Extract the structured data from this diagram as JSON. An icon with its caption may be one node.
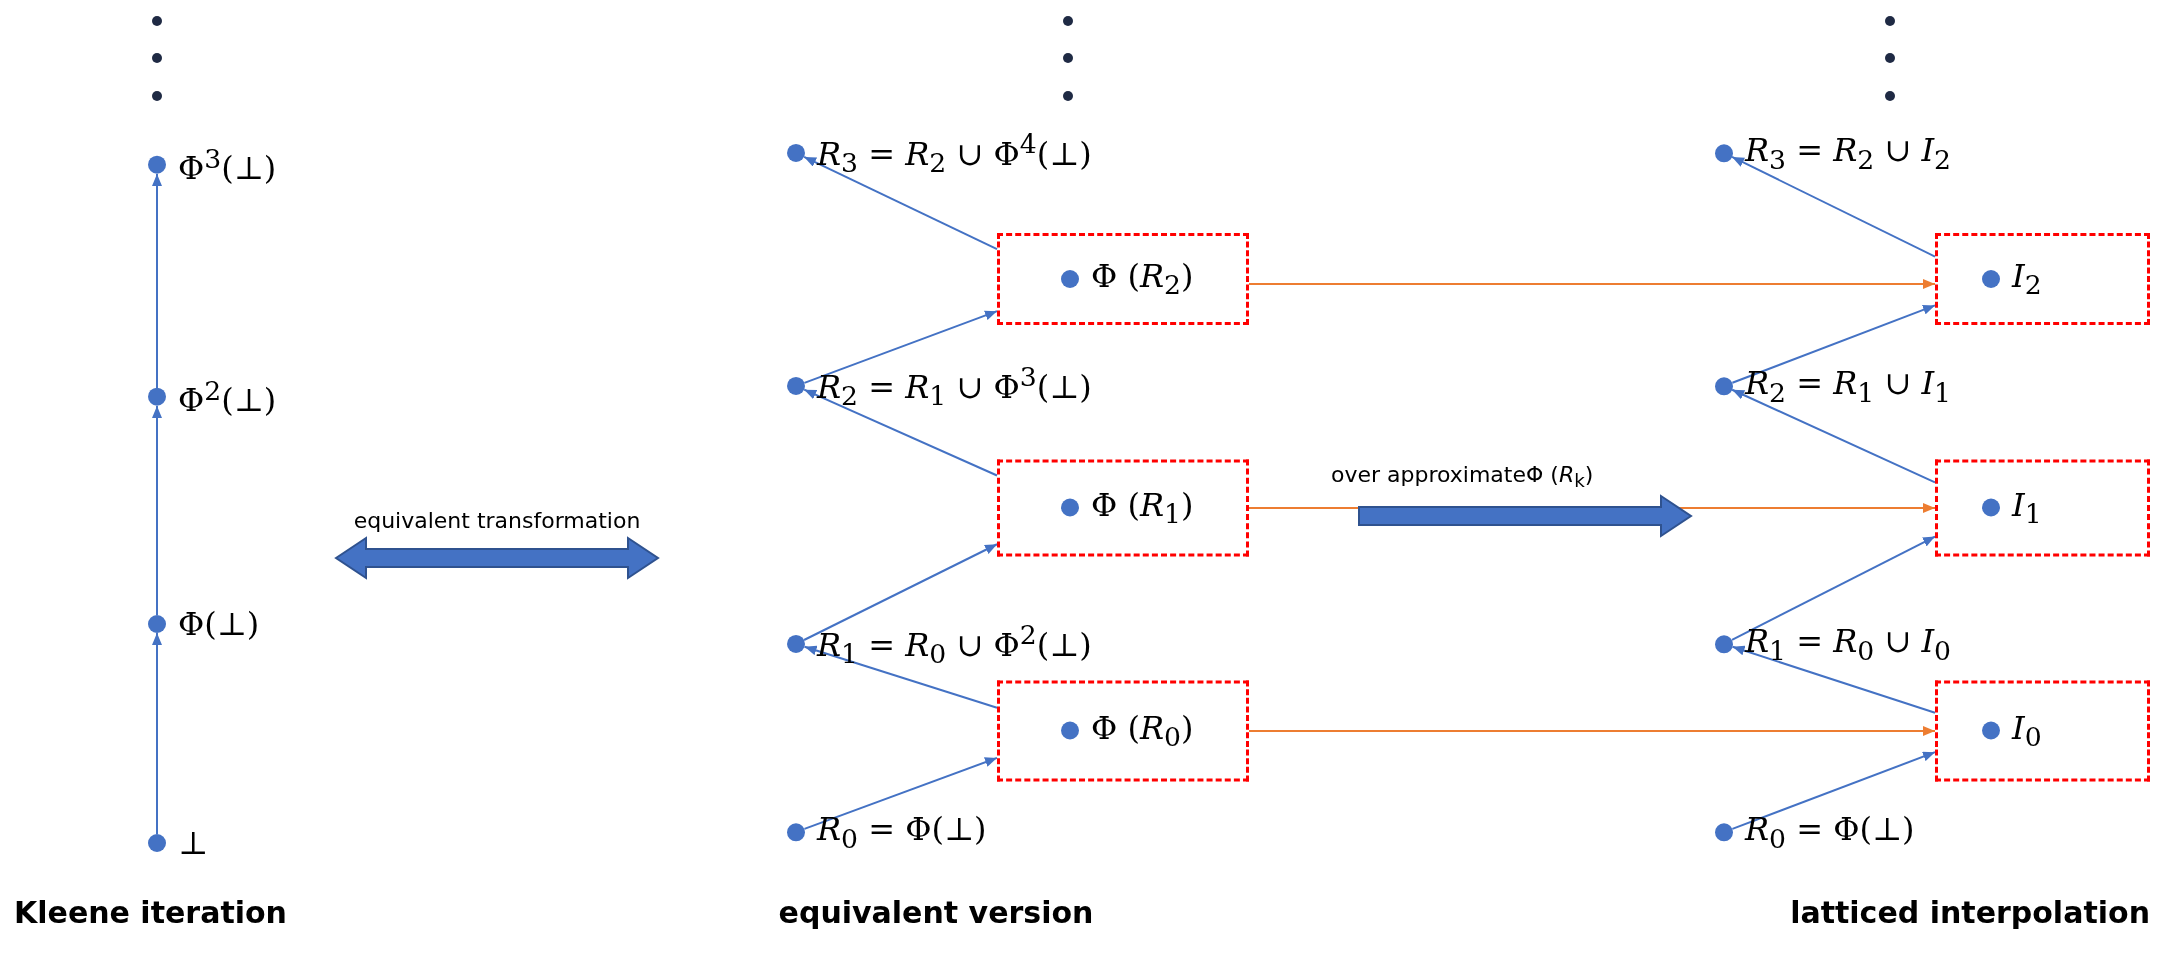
{
  "diagram": {
    "nodes": [
      {
        "text": [
          "⊥"
        ]
      },
      {
        "text": [
          "Φ(⊥)"
        ]
      },
      {
        "text": [
          "Φ$^{2}$(⊥)"
        ]
      },
      {
        "text": [
          "Φ$^{3}$(⊥)"
        ]
      },
      {
        "text": [
          "*R*$_{0}$ = Φ(⊥)"
        ]
      },
      {
        "text": [
          "Φ (*R*$_{0}$)"
        ]
      },
      {
        "text": [
          "*R*$_{1}$ = *R*$_{0}$ ∪ Φ$^{2}$(⊥)"
        ]
      },
      {
        "text": [
          "Φ (*R*$_{1}$)"
        ]
      },
      {
        "text": [
          "*R*$_{2}$ = *R*$_{1}$ ∪ Φ$^{3}$(⊥)"
        ]
      },
      {
        "text": [
          "Φ (*R*$_{2}$)"
        ]
      },
      {
        "text": [
          "*R*$_{3}$ = *R*$_{2}$ ∪ Φ$^{4}$(⊥)"
        ]
      },
      {
        "text": [
          "*R*$_{0}$ = Φ(⊥)"
        ]
      },
      {
        "text": [
          "*I*$_{0}$"
        ]
      },
      {
        "text": [
          "*R*$_{1}$ = *R*$_{0}$ ∪ *I*$_{0}$"
        ]
      },
      {
        "text": [
          "*I*$_{1}$"
        ]
      },
      {
        "text": [
          "*R*$_{2}$ = *R*$_{1}$ ∪ *I*$_{1}$"
        ]
      },
      {
        "text": [
          "*I*$_{2}$"
        ]
      },
      {
        "text": [
          "*R*$_{3}$ = *R*$_{2}$ ∪ *I*$_{2}$"
        ]
      }
    ],
    "edges": [
      {
        "from": 0,
        "to": 1,
        "arrow": "to"
      },
      {
        "from": 1,
        "to": 2,
        "arrow": "to"
      },
      {
        "from": 2,
        "to": 3,
        "arrow": "to"
      },
      {
        "from": 4,
        "to": 5,
        "arrow": "to"
      },
      {
        "from": 5,
        "to": 6,
        "arrow": "to"
      },
      {
        "from": 6,
        "to": 7,
        "arrow": "to"
      },
      {
        "from": 7,
        "to": 8,
        "arrow": "to"
      },
      {
        "from": 8,
        "to": 9,
        "arrow": "to"
      },
      {
        "from": 9,
        "to": 10,
        "arrow": "to"
      },
      {
        "from": 11,
        "to": 12,
        "arrow": "to"
      },
      {
        "from": 12,
        "to": 13,
        "arrow": "to"
      },
      {
        "from": 13,
        "to": 14,
        "arrow": "to"
      },
      {
        "from": 14,
        "to": 15,
        "arrow": "to"
      },
      {
        "from": 15,
        "to": 16,
        "arrow": "to"
      },
      {
        "from": 16,
        "to": 17,
        "arrow": "to"
      },
      {
        "from": 5,
        "to": 12,
        "arrow": "to",
        "color": "#ed7d31"
      },
      {
        "from": 7,
        "to": 14,
        "arrow": "to",
        "color": "#ed7d31"
      },
      {
        "from": 9,
        "to": 16,
        "arrow": "to",
        "color": "#ed7d31"
      }
    ],
    "labels": [
      "equivalent transformation",
      "over approximateΦ (*R*$_{k}$)",
      "Kleene iteration",
      "equivalent version",
      "latticed interpolation"
    ]
  }
}
